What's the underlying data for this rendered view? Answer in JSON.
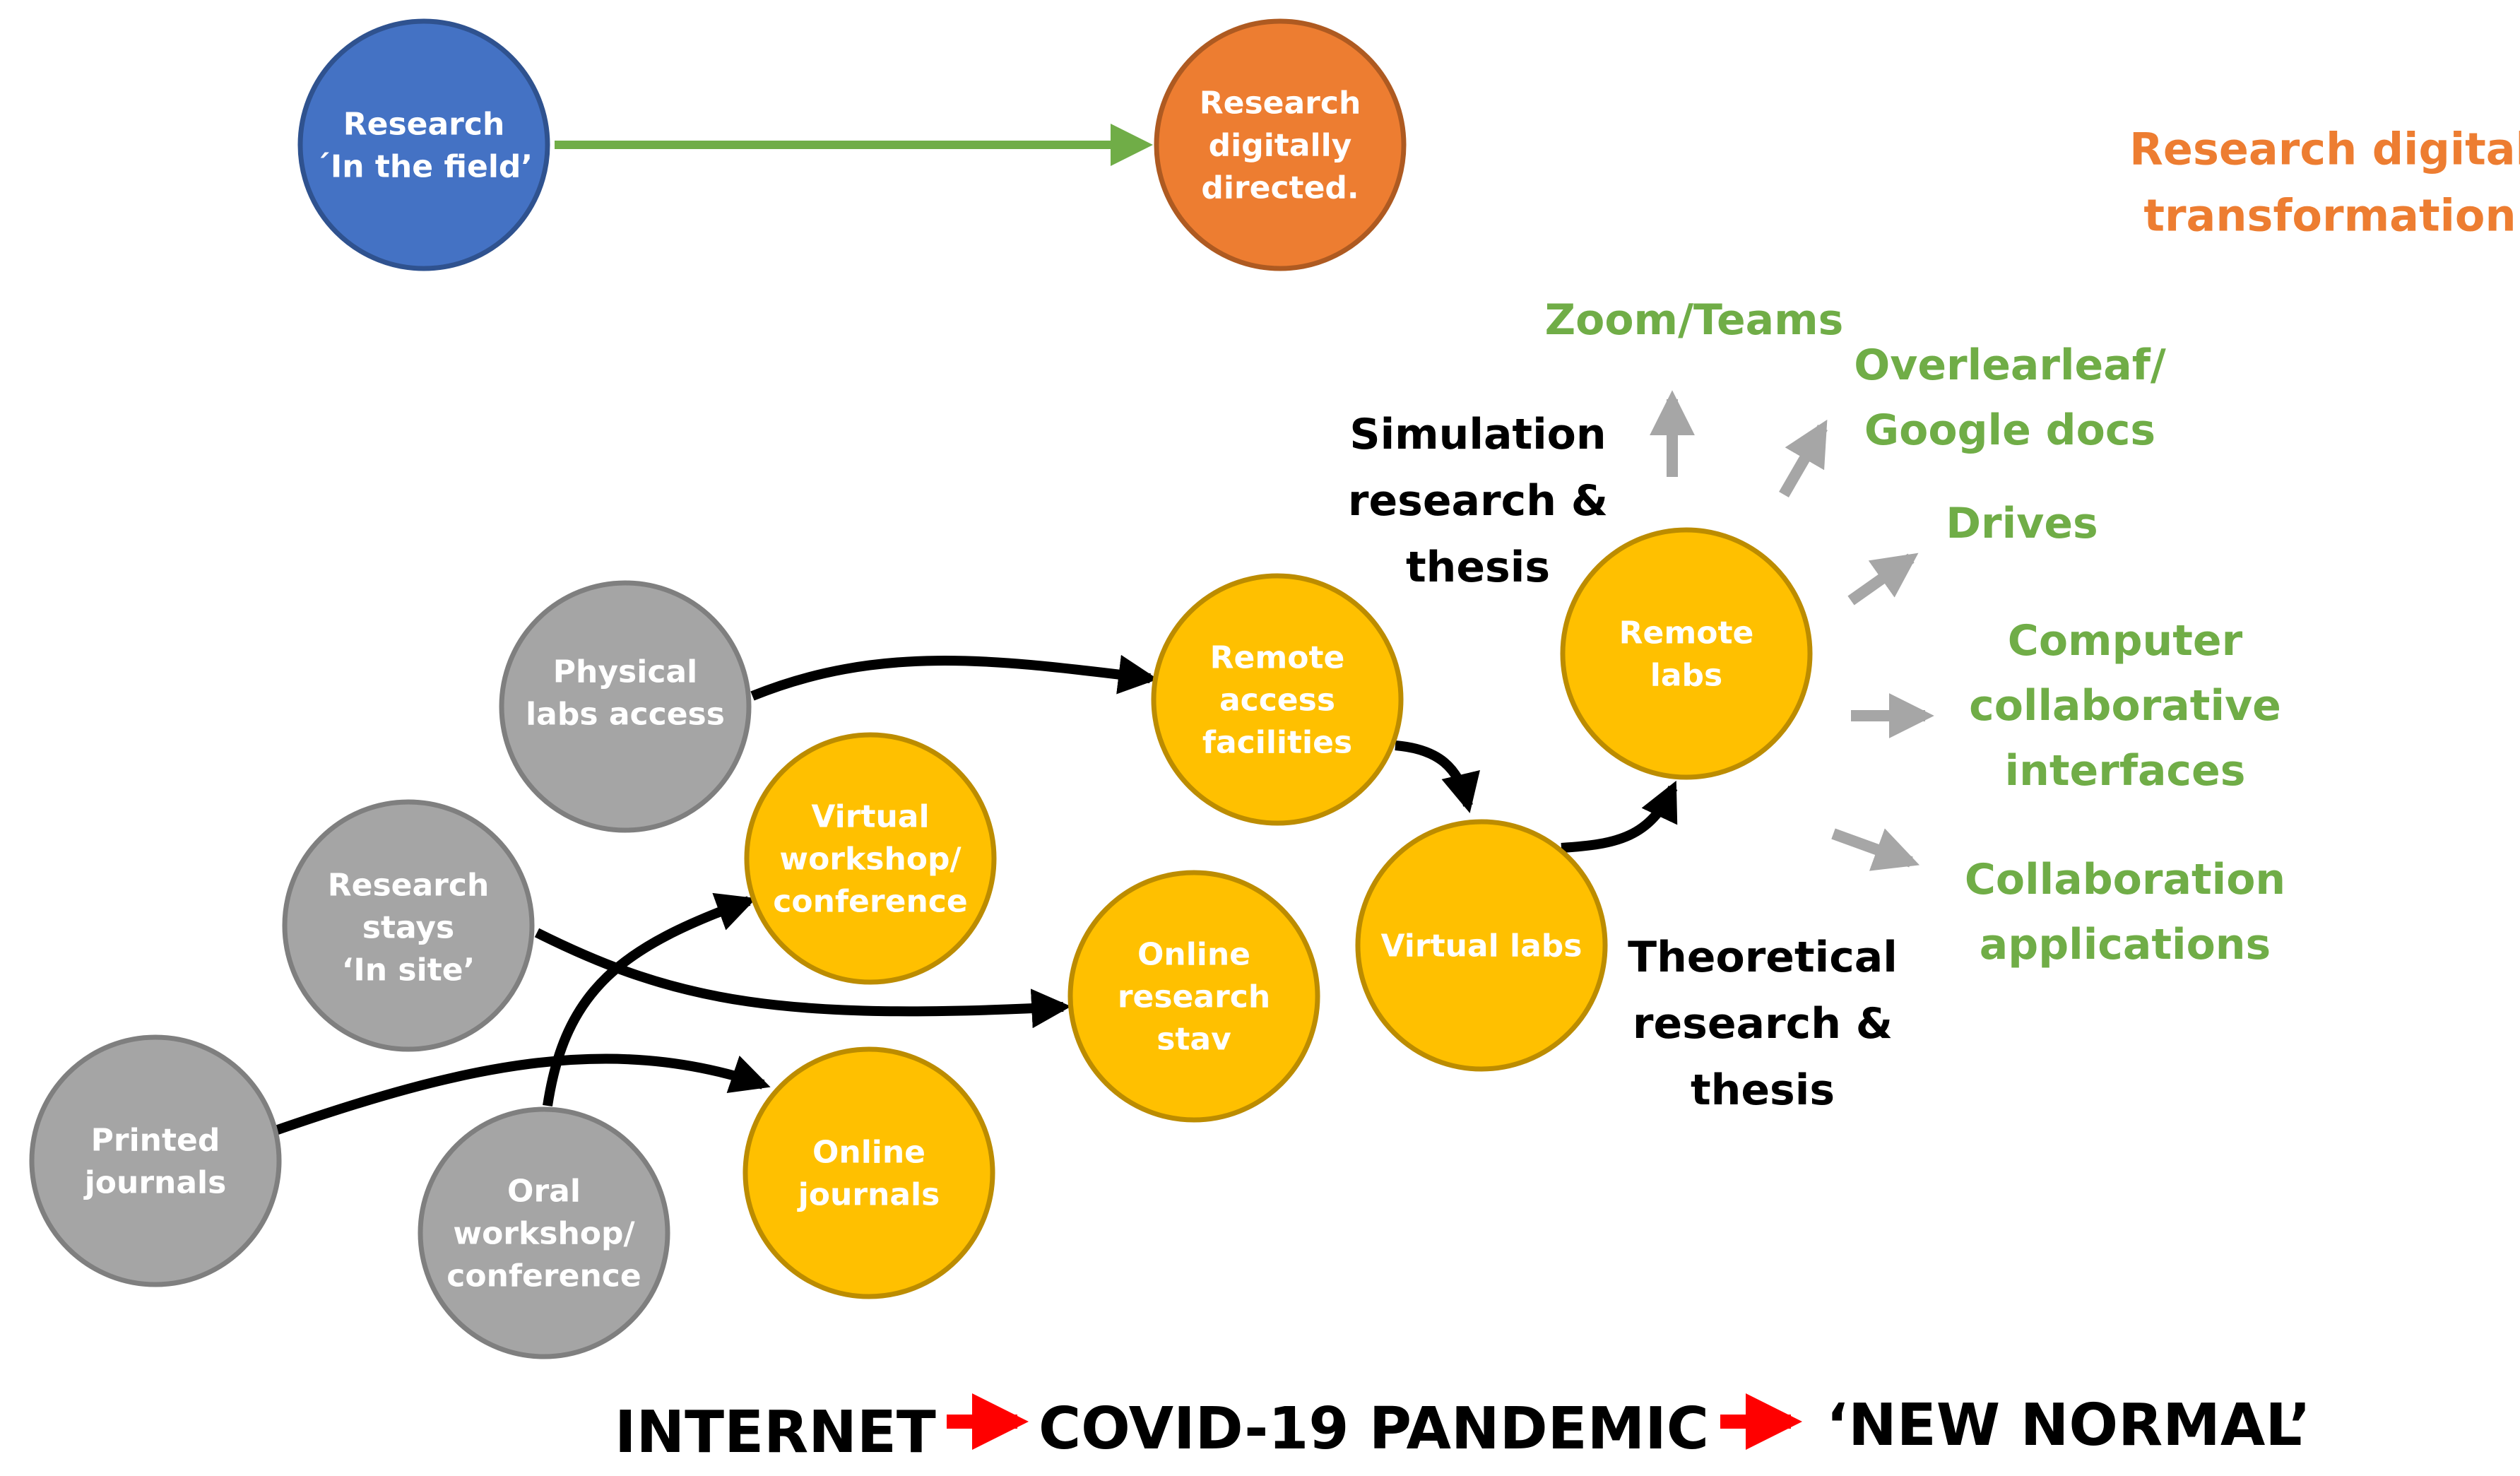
{
  "colors": {
    "blue": "#4472c4",
    "orange": "#ed7d31",
    "gray": "#a5a5a5",
    "yellow": "#ffc000",
    "green": "#70ad47",
    "gray_arrow": "#a6a6a6",
    "red_arrow": "#ff0000",
    "black": "#000000"
  },
  "top": {
    "field_node": [
      "Research",
      "´In the field’"
    ],
    "digital_node": [
      "Research",
      "digitally",
      "directed."
    ],
    "transformation_label": [
      "Research digital",
      "transformation"
    ]
  },
  "nodes": {
    "physical_labs": [
      "Physical",
      "labs access"
    ],
    "research_stays": [
      "Research",
      "stays",
      "‘In site’"
    ],
    "printed_journals": [
      "Printed",
      "journals"
    ],
    "oral_workshop": [
      "Oral",
      "workshop/",
      "conference"
    ],
    "virtual_workshop": [
      "Virtual",
      "workshop/",
      "conference"
    ],
    "online_journals": [
      "Online",
      "journals"
    ],
    "remote_access": [
      "Remote",
      "access",
      "facilities"
    ],
    "online_stay": [
      "Online",
      "research",
      "stav"
    ],
    "virtual_labs": [
      "Virtual labs"
    ],
    "remote_labs": [
      "Remote",
      "labs"
    ]
  },
  "labels": {
    "simulation": [
      "Simulation",
      "research &",
      "thesis"
    ],
    "theoretical": [
      "Theoretical",
      "research &",
      "thesis"
    ]
  },
  "tools": {
    "zoom": [
      "Zoom/Teams"
    ],
    "overleaf": [
      "Overlearleaf/",
      "Google docs"
    ],
    "drives": [
      "Drives"
    ],
    "computer_interfaces": [
      "Computer",
      "collaborative",
      "interfaces"
    ],
    "collab_apps": [
      "Collaboration",
      "applications"
    ]
  },
  "footer": {
    "internet": "INTERNET",
    "pandemic": "COVID-19 PANDEMIC",
    "new_normal": "‘NEW NORMAL’"
  }
}
